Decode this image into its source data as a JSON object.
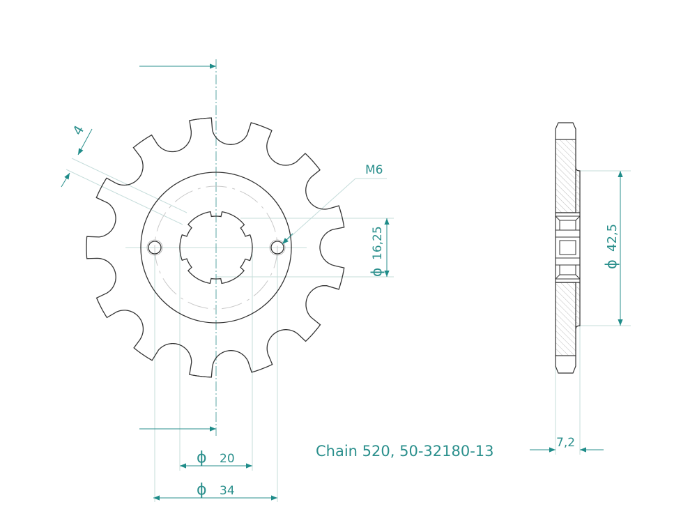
{
  "drawing": {
    "caption": "Chain 520, 50-32180-13",
    "teeth": 13,
    "diameter_symbol": "ϕ",
    "dimensions": {
      "tooth_width": "4",
      "thread": "M6",
      "bore_flat": "16,25",
      "bore": "20",
      "hub": "34",
      "hub_side": "42,5",
      "thickness": "7,2"
    }
  },
  "colors": {
    "line": "#333333",
    "dim": "#2a8f8c",
    "thin": "#b9d6d4"
  }
}
